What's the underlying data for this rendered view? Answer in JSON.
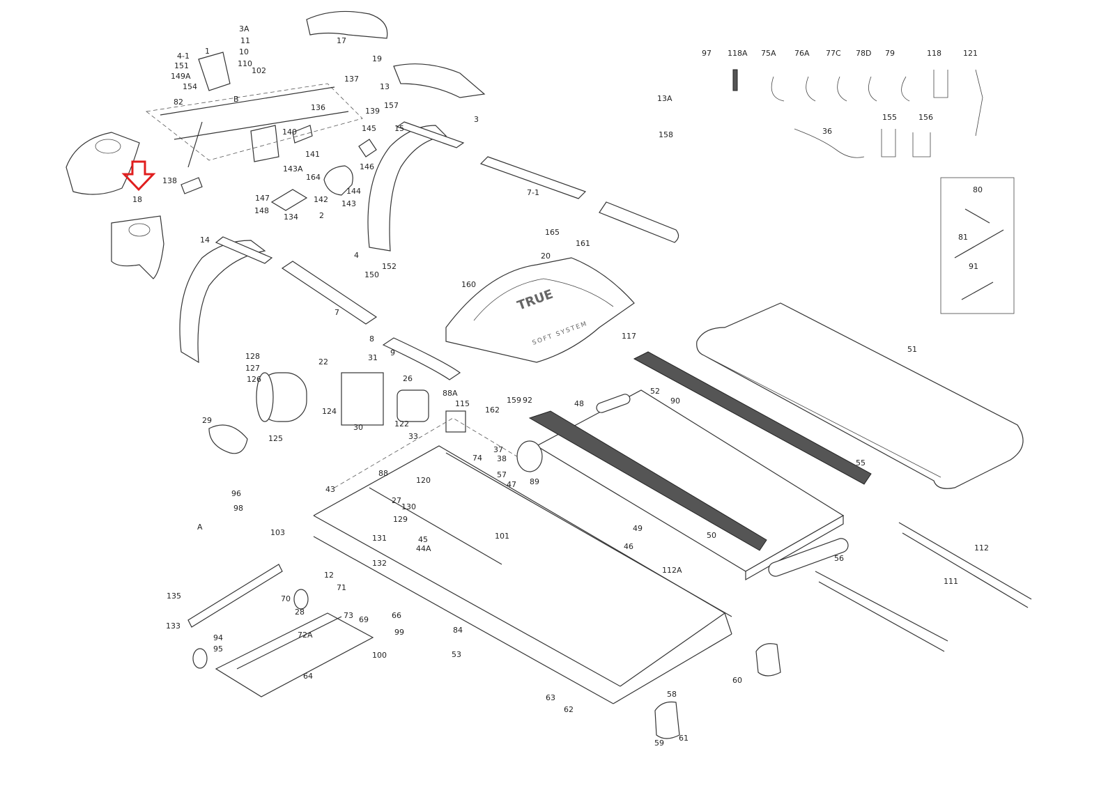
{
  "diagram": {
    "brand_text": "TRUE",
    "motor_cover_subtext": "SOFT SYSTEM",
    "highlight_color": "#e01e1e",
    "highlighted_part": "18",
    "labels": [
      "3A",
      "11",
      "10",
      "17",
      "19",
      "13",
      "97",
      "118A",
      "75A",
      "76A",
      "77C",
      "78D",
      "79",
      "118",
      "121",
      "4-1",
      "1",
      "151",
      "149A",
      "154",
      "110",
      "102",
      "82",
      "B",
      "137",
      "136",
      "139",
      "157",
      "15",
      "3",
      "7-1",
      "13A",
      "158",
      "36",
      "155",
      "156",
      "80",
      "81",
      "91",
      "18",
      "138",
      "140",
      "141",
      "145",
      "143A",
      "146",
      "142",
      "144",
      "143",
      "164",
      "147",
      "148",
      "134",
      "2",
      "14",
      "7",
      "8",
      "9",
      "4",
      "150",
      "152",
      "165",
      "161",
      "20",
      "160",
      "117",
      "51",
      "128",
      "127",
      "126",
      "22",
      "31",
      "26",
      "88A",
      "115",
      "162",
      "159",
      "92",
      "48",
      "52",
      "90",
      "55",
      "29",
      "125",
      "124",
      "30",
      "122",
      "33",
      "37",
      "74",
      "38",
      "57",
      "47",
      "89",
      "43",
      "88",
      "27",
      "120",
      "130",
      "129",
      "131",
      "45",
      "44A",
      "132",
      "96",
      "98",
      "A",
      "103",
      "49",
      "50",
      "56",
      "112",
      "111",
      "101",
      "46",
      "112A",
      "135",
      "133",
      "12",
      "70",
      "71",
      "28",
      "73",
      "69",
      "66",
      "99",
      "100",
      "72A",
      "94",
      "95",
      "64",
      "84",
      "53",
      "62",
      "63",
      "58",
      "60",
      "61",
      "59"
    ]
  }
}
